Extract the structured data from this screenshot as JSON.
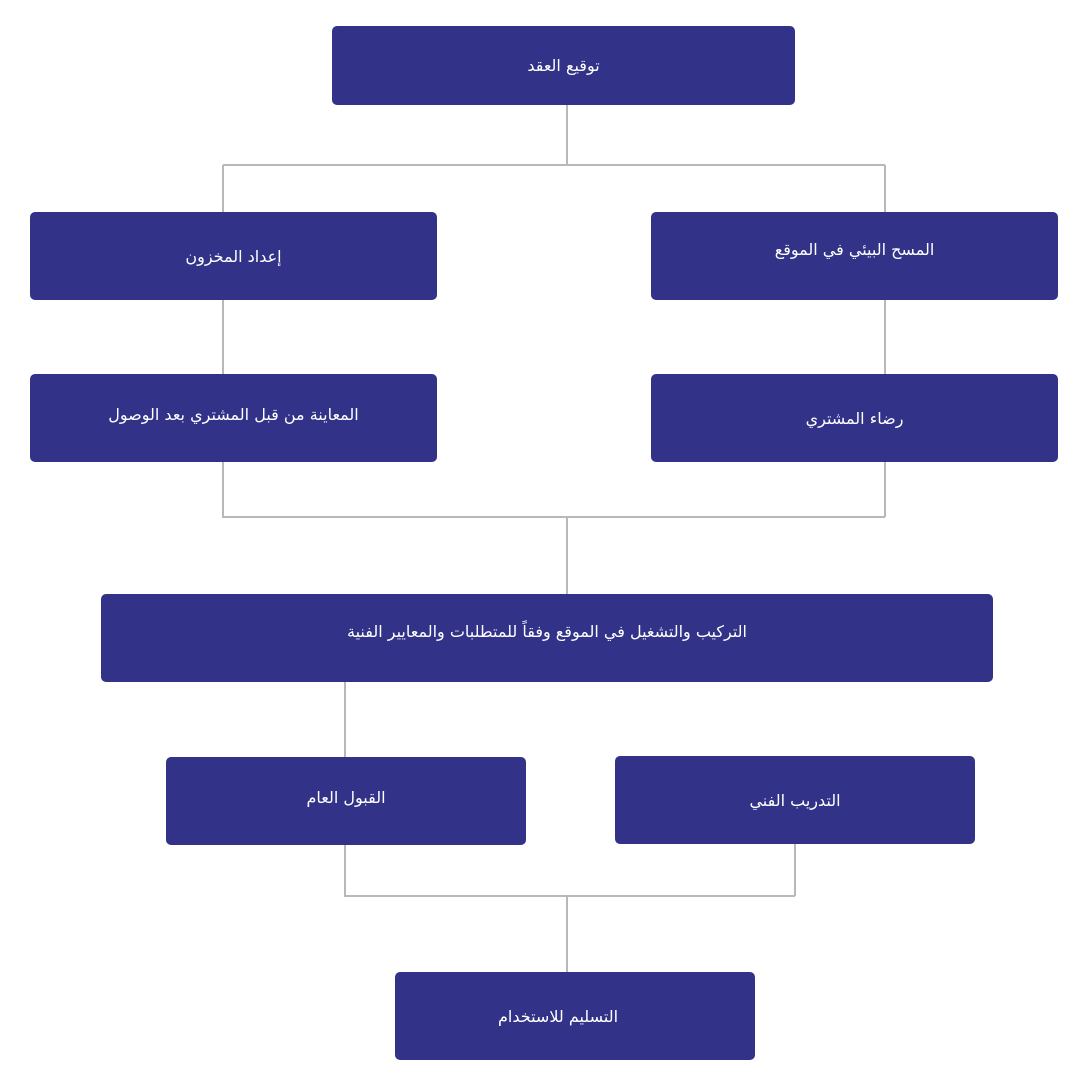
{
  "theme": {
    "box_color": "#313288",
    "line_color": "#b8b8b8",
    "text_color": "#ffffff"
  },
  "steps": {
    "contract_signing": "توقيع العقد",
    "site_survey": "المسح البيئي في الموقع",
    "inventory_prep": "إعداد المخزون",
    "buyer_satisfaction": "رضاء المشتري",
    "buyer_inspection": "المعاينة من قبل المشتري بعد الوصول",
    "installation": "التركيب والتشغيل في الموقع وفقاً للمتطلبات والمعايير الفنية",
    "general_acceptance": "القبول العام",
    "technical_training": "التدريب الفني",
    "handover": "التسليم للاستخدام"
  }
}
